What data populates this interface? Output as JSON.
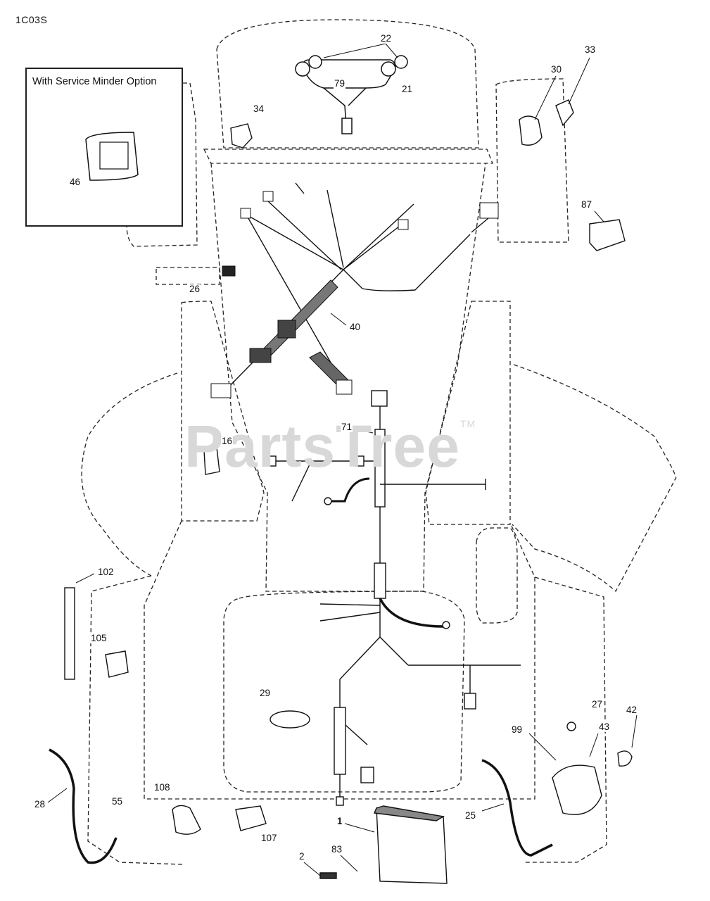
{
  "diagram_code": "1C03S",
  "inset": {
    "title": "With Service Minder Option"
  },
  "watermark": {
    "text": "PartsTree",
    "mark": "TM"
  },
  "callouts": {
    "c1": "1",
    "c2": "2",
    "c16": "16",
    "c21": "21",
    "c22": "22",
    "c25": "25",
    "c26": "26",
    "c27": "27",
    "c28": "28",
    "c29": "29",
    "c30": "30",
    "c33": "33",
    "c34": "34",
    "c40": "40",
    "c42": "42",
    "c43": "43",
    "c46": "46",
    "c55": "55",
    "c71": "71",
    "c79": "79",
    "c83": "83",
    "c87": "87",
    "c99": "99",
    "c102": "102",
    "c105": "105",
    "c107": "107",
    "c108": "108"
  }
}
